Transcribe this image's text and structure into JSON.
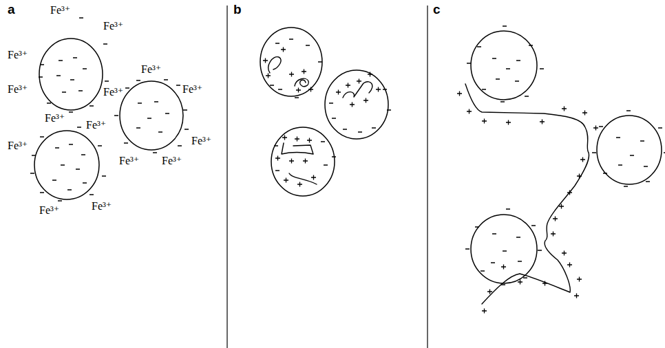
{
  "diagram": {
    "labels": [
      "a",
      "b",
      "c",
      "Fe³⁺",
      "Fe³⁺",
      "Fe³⁺",
      "Fe³⁺",
      "Fe³⁺",
      "Fe³⁺",
      "Fe³⁺",
      "Fe³⁺",
      "Fe³⁺",
      "Fe³⁺",
      "Fe³⁺",
      "Fe³⁺",
      "Fe³⁺",
      "Fe³⁺",
      "Fe³⁺"
    ]
  }
}
